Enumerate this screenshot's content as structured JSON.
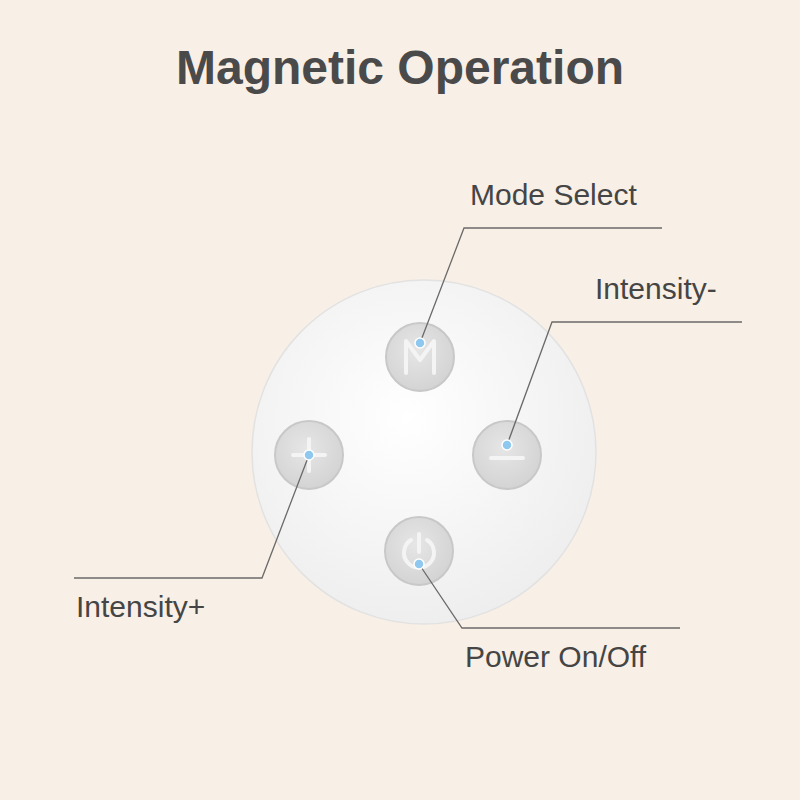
{
  "diagram": {
    "title": "Magnetic Operation",
    "labels": [
      "Mode Select",
      "Intensity-",
      "Intensity+",
      "Power On/Off"
    ]
  }
}
